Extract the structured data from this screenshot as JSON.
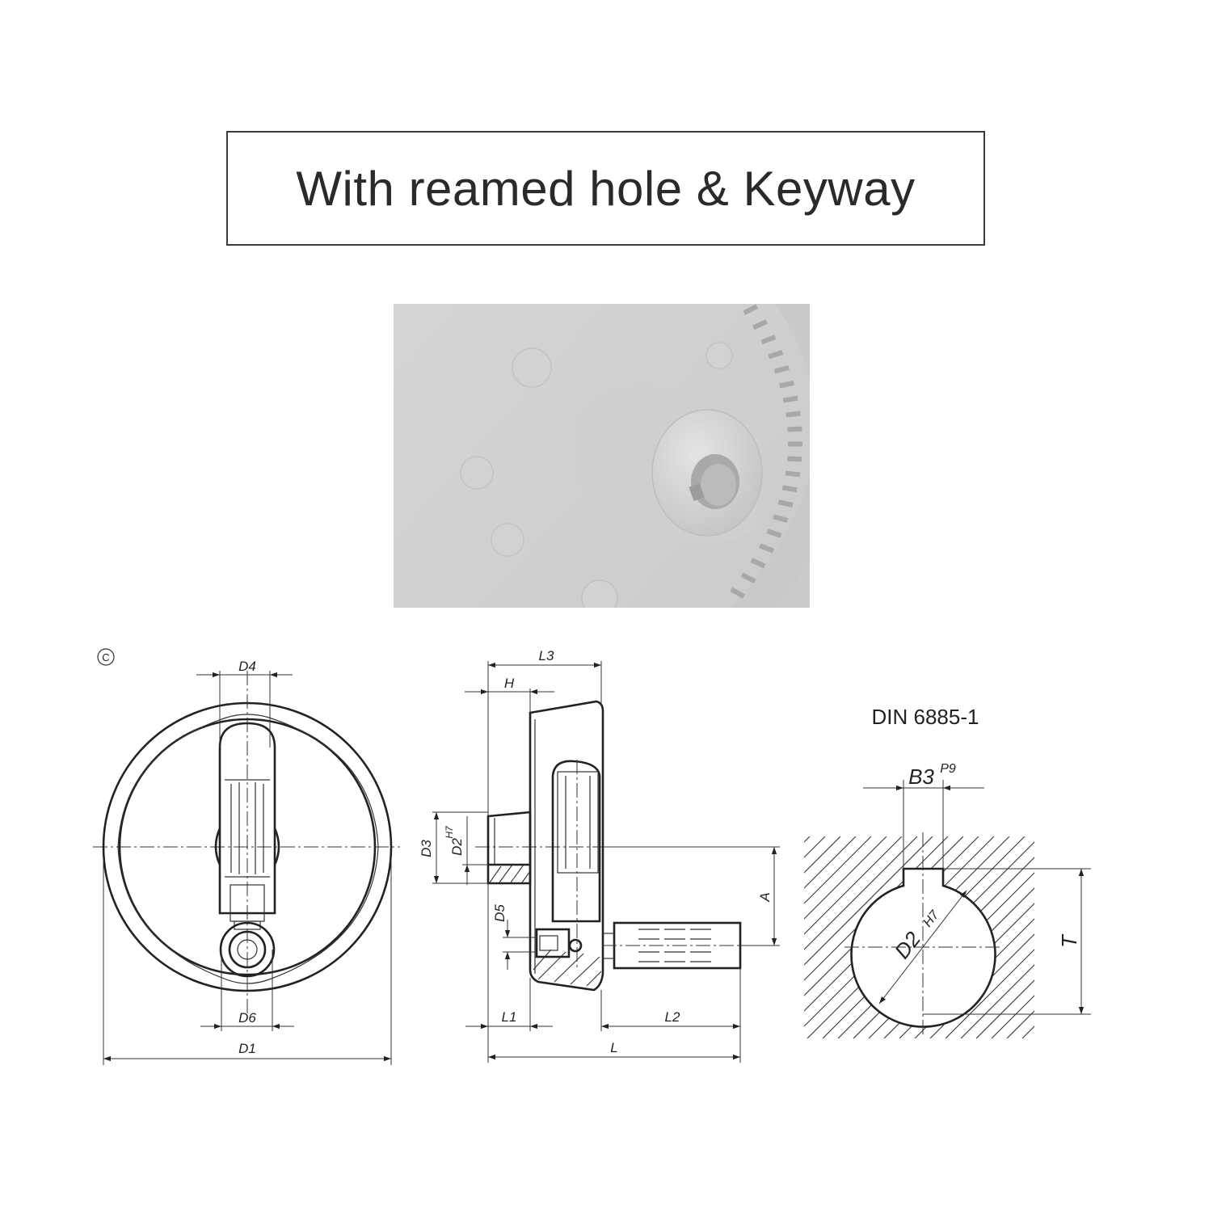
{
  "title": "With reamed hole & Keyway",
  "photo": {
    "subject": "handwheel"
  },
  "copyright_symbol": "©",
  "front_view": {
    "labels": {
      "d4": "D4",
      "d6": "D6",
      "d1": "D1"
    }
  },
  "side_view": {
    "labels": {
      "l3": "L3",
      "h": "H",
      "d3": "D3",
      "d2": "D2",
      "d2_tol": "H7",
      "d5": "D5",
      "a": "A",
      "l1": "L1",
      "l2": "L2",
      "l": "L"
    }
  },
  "keyway_detail": {
    "standard": "DIN 6885-1",
    "labels": {
      "b3": "B3",
      "b3_tol": "P9",
      "d2": "D2",
      "d2_tol": "H7",
      "t": "T"
    }
  },
  "colors": {
    "line": "#222222",
    "photo_bg": "#dcdcdc",
    "photo_face": "#cfcfcf"
  }
}
